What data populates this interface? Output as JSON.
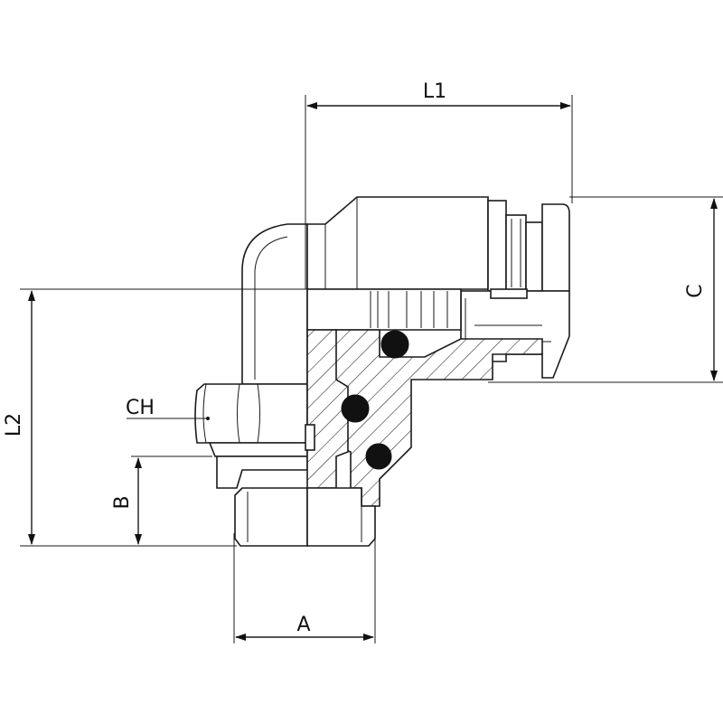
{
  "dimensions": {
    "l1": "L1",
    "l2": "L2",
    "c": "C",
    "ch": "CH",
    "a": "A",
    "b": "B"
  }
}
